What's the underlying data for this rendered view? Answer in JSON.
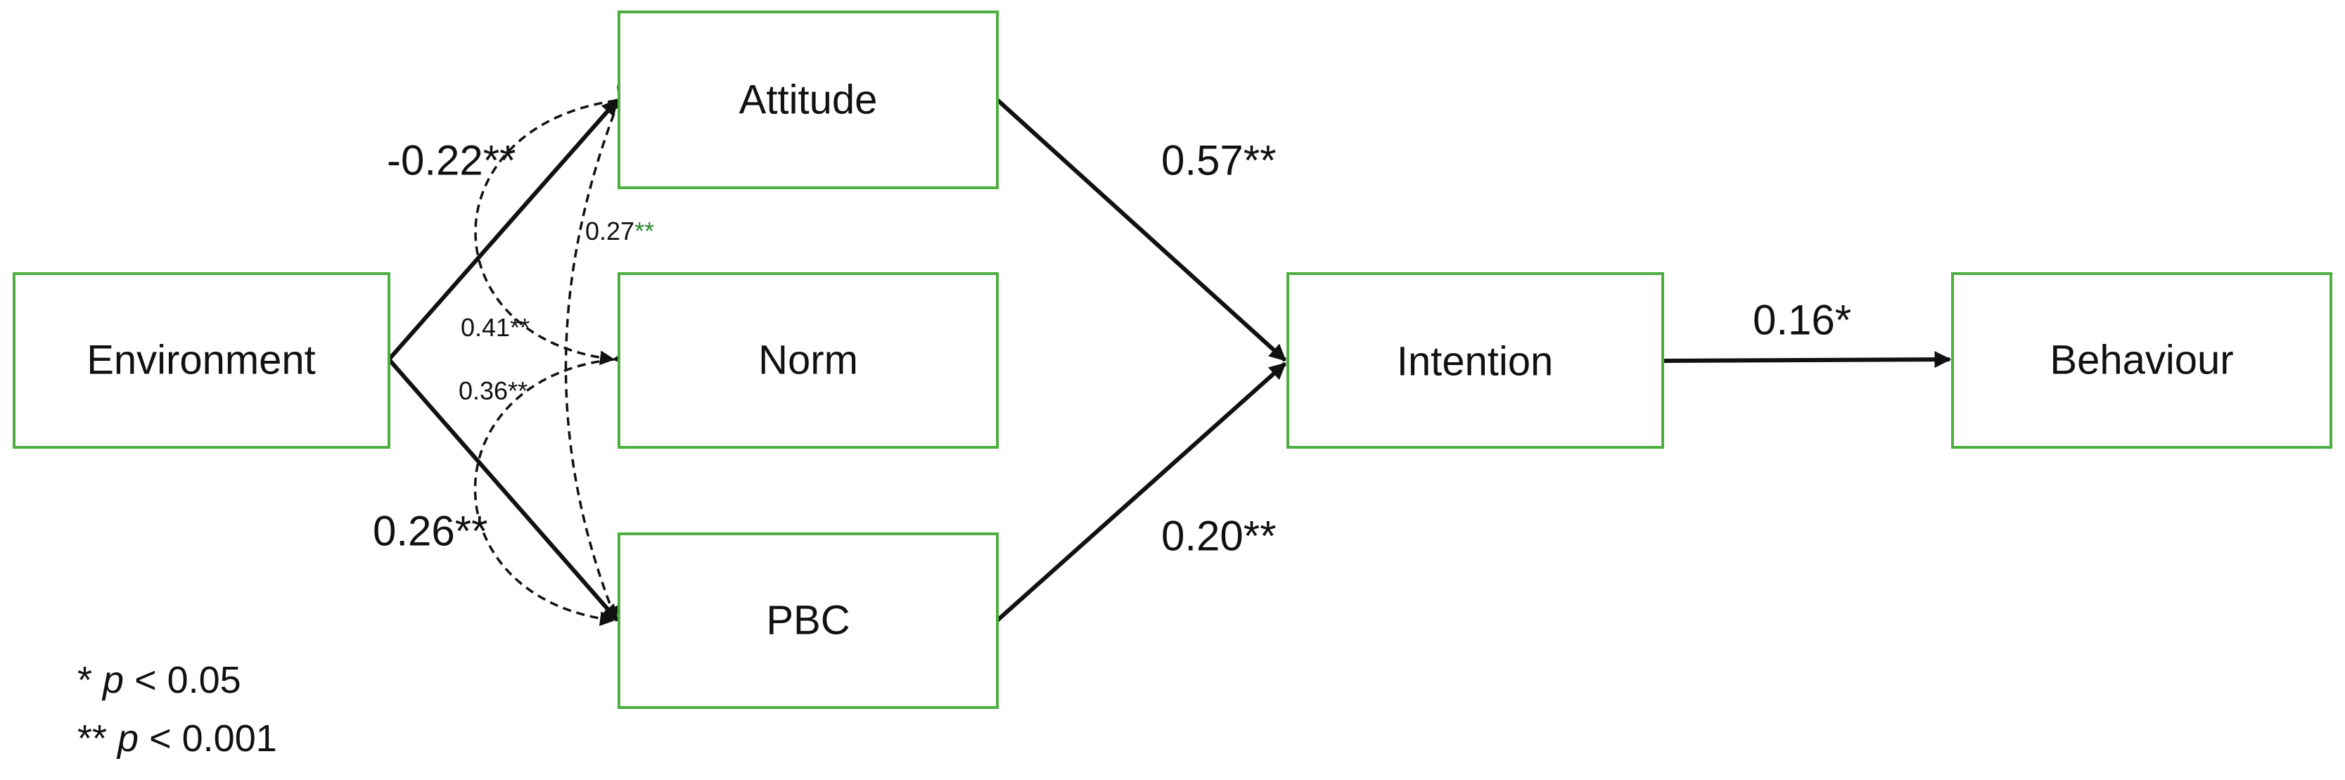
{
  "nodes": {
    "environment": "Environment",
    "attitude": "Attitude",
    "norm": "Norm",
    "pbc": "PBC",
    "intention": "Intention",
    "behaviour": "Behaviour"
  },
  "paths": {
    "environment_attitude": "-0.22**",
    "environment_pbc": "0.26**",
    "attitude_intention": "0.57**",
    "pbc_intention": "0.20**",
    "intention_behaviour": "0.16*"
  },
  "correlations": {
    "attitude_pbc": {
      "value": "0.27",
      "stars": "**"
    },
    "attitude_norm": {
      "value": "0.41",
      "stars": "**"
    },
    "norm_pbc": {
      "value": "0.36",
      "stars": "**"
    }
  },
  "legend": {
    "line1_stars": "* ",
    "line1_p": "p",
    "line1_rest": " < 0.05",
    "line2_stars": "** ",
    "line2_p": "p",
    "line2_rest": " < 0.001"
  },
  "colors": {
    "box_border": "#4caf3f",
    "line": "#111111",
    "significance_green": "#2e8b2e"
  }
}
